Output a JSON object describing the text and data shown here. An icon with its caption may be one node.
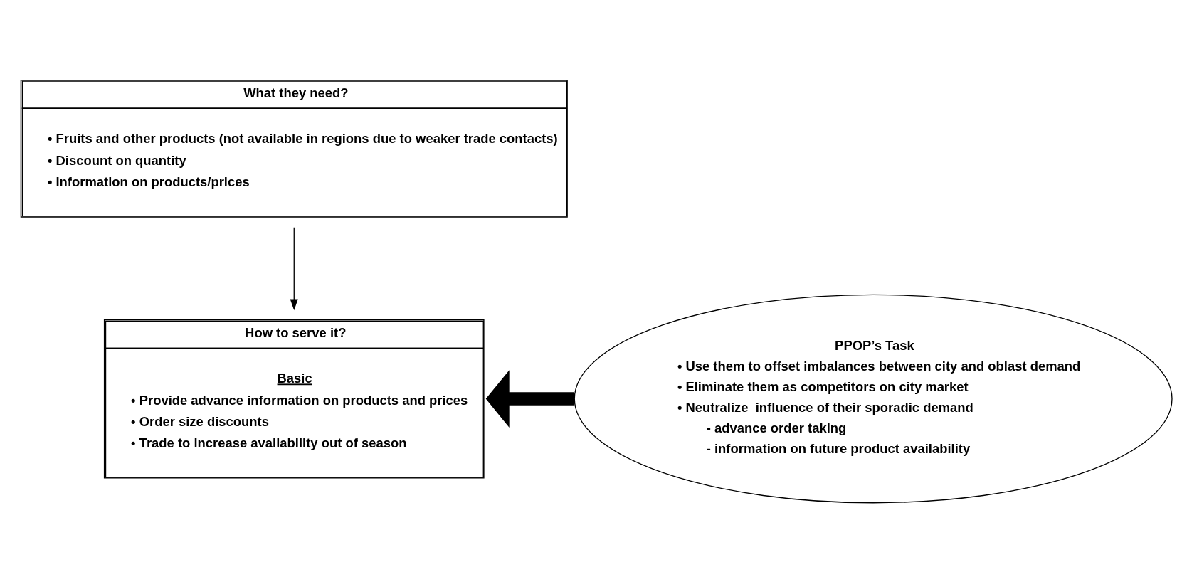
{
  "diagram": {
    "nodes": [
      {
        "text": [
          "What they need?",
          "• Fruits and other products (not available in regions due to weaker trade contacts)",
          "• Discount on quantity",
          "• Information on products/prices"
        ]
      },
      {
        "text": [
          "How to serve it?",
          "Basic",
          "• Provide advance information on products and prices",
          "• Order size discounts",
          "• Trade to increase availability out of season"
        ]
      },
      {
        "text": [
          "PPOP’s Task",
          "• Use them to offset imbalances between city and oblast demand",
          "• Eliminate them as competitors on city market",
          "• Neutralize  influence of their sporadic demand",
          "- advance order taking",
          "- information on future product availability"
        ]
      }
    ],
    "edges": [
      {
        "from": 0,
        "to": 1,
        "arrow": "to"
      },
      {
        "from": 2,
        "to": 1,
        "arrow": "to",
        "style": "thick"
      }
    ]
  }
}
